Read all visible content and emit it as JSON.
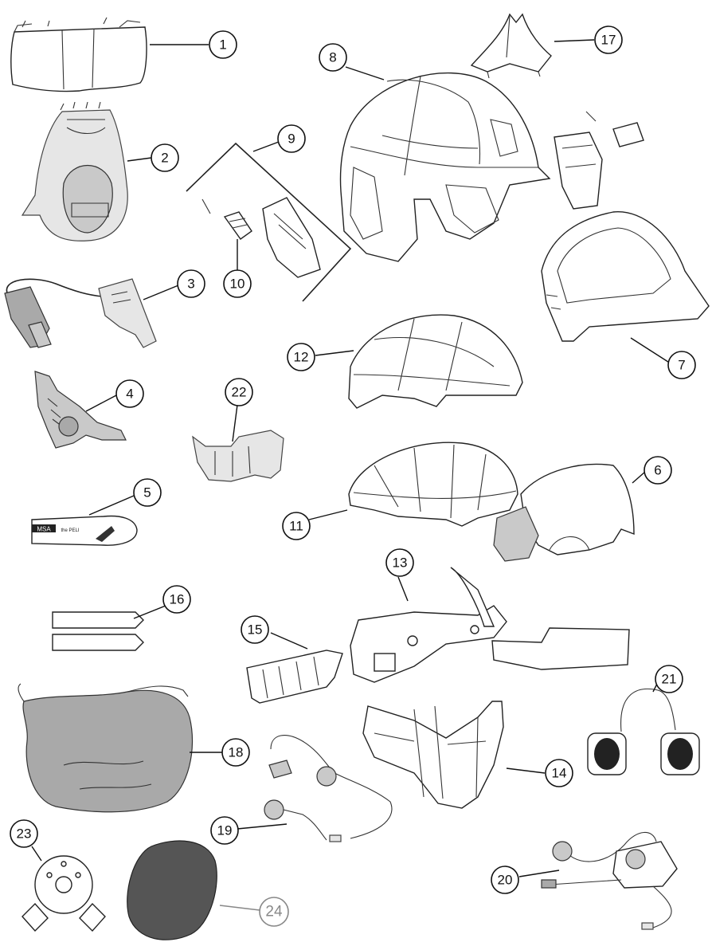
{
  "diagram": {
    "callouts": [
      {
        "id": "1",
        "label": "1"
      },
      {
        "id": "2",
        "label": "2"
      },
      {
        "id": "3",
        "label": "3"
      },
      {
        "id": "4",
        "label": "4"
      },
      {
        "id": "5",
        "label": "5"
      },
      {
        "id": "6",
        "label": "6"
      },
      {
        "id": "7",
        "label": "7"
      },
      {
        "id": "8",
        "label": "8"
      },
      {
        "id": "9",
        "label": "9"
      },
      {
        "id": "10",
        "label": "10"
      },
      {
        "id": "11",
        "label": "11"
      },
      {
        "id": "12",
        "label": "12"
      },
      {
        "id": "13",
        "label": "13"
      },
      {
        "id": "14",
        "label": "14"
      },
      {
        "id": "15",
        "label": "15"
      },
      {
        "id": "16",
        "label": "16"
      },
      {
        "id": "17",
        "label": "17"
      },
      {
        "id": "18",
        "label": "18"
      },
      {
        "id": "19",
        "label": "19"
      },
      {
        "id": "20",
        "label": "20"
      },
      {
        "id": "21",
        "label": "21"
      },
      {
        "id": "22",
        "label": "22"
      },
      {
        "id": "23",
        "label": "23"
      },
      {
        "id": "24",
        "label": "24"
      }
    ],
    "lamp_logo_text": "MSA",
    "lamp_small_text": "the PELI"
  }
}
